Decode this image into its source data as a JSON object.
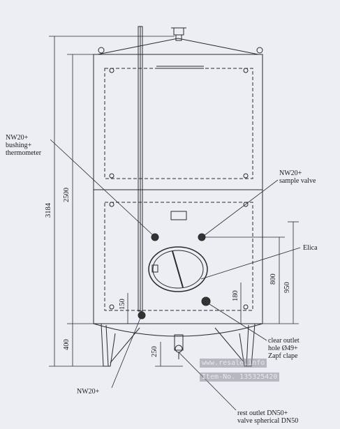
{
  "dimensions": {
    "total_height": "3184",
    "upper_section": "2500",
    "leg_height": "400",
    "bottom_clearance": "250",
    "lower_valve_height": "150",
    "sample_valve_height": "950",
    "elica_height": "800",
    "outlet_height": "180"
  },
  "callouts": {
    "thermometer_1": "NW20+",
    "thermometer_2": "bushing+",
    "thermometer_3": "thermometer",
    "sample_1": "NW20+",
    "sample_2": "sample valve",
    "elica": "Elica",
    "clear_outlet_1": "clear outlet",
    "clear_outlet_2": "hole Ø49+",
    "clear_outlet_3": "Zapf clape",
    "nw20_bottom": "NW20+",
    "rest_outlet_1": "rest outlet DN50+",
    "rest_outlet_2": "valve spherical DN50"
  },
  "watermark": {
    "site": "www.resale.info",
    "item": "Item-No. 135325420"
  }
}
